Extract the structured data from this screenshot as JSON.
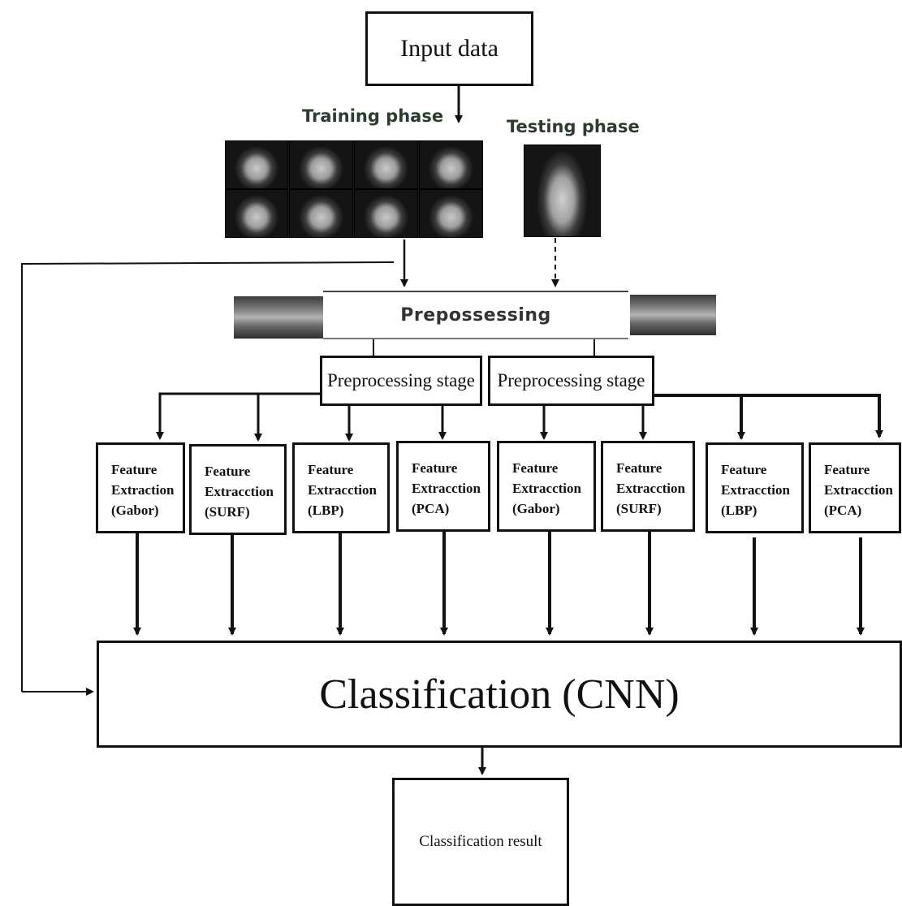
{
  "diagram": {
    "input": "Input data",
    "training_phase": "Training phase",
    "testing_phase": "Testing phase",
    "prepossessing": "Prepossessing",
    "stages": [
      "Preprocessing stage",
      "Preprocessing stage"
    ],
    "feature_boxes": [
      {
        "l1": "Feature",
        "l2": "Extraction",
        "l3": "(Gabor)"
      },
      {
        "l1": "Feature",
        "l2": "Extracction",
        "l3": "(SURF)"
      },
      {
        "l1": "Feature",
        "l2": "Extracction",
        "l3": "(LBP)"
      },
      {
        "l1": "Feature",
        "l2": "Extracction",
        "l3": "(PCA)"
      },
      {
        "l1": "Feature",
        "l2": "Extracction",
        "l3": "(Gabor)"
      },
      {
        "l1": "Feature",
        "l2": "Extracction",
        "l3": "(SURF)"
      },
      {
        "l1": "Feature",
        "l2": "Extracction",
        "l3": "(LBP)"
      },
      {
        "l1": "Feature",
        "l2": "Extracction",
        "l3": "(PCA)"
      }
    ],
    "classification": "Classification (CNN)",
    "result": "Classification  result"
  }
}
